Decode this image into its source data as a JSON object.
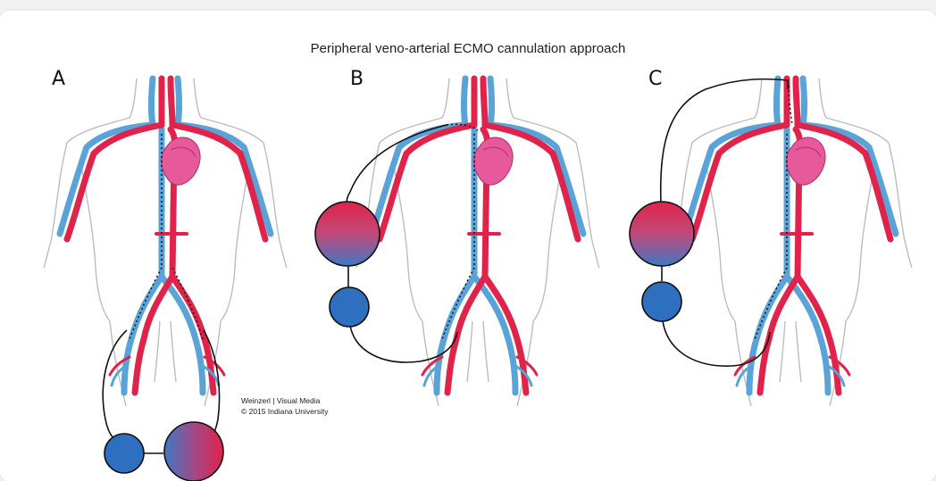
{
  "title": "Peripheral veno-arterial ECMO cannulation approach",
  "panels": [
    {
      "label": "A"
    },
    {
      "label": "B"
    },
    {
      "label": "C"
    }
  ],
  "credit": {
    "line1": "Weinzerl | Visual Media",
    "line2": "© 2015 Indiana University"
  },
  "colors": {
    "artery": "#e0234a",
    "vein": "#5aa3d8",
    "heart": "#e65a9c",
    "pump": "#2f6fbf",
    "body_outline": "#bdbdbd",
    "circuit_line": "#111111"
  }
}
